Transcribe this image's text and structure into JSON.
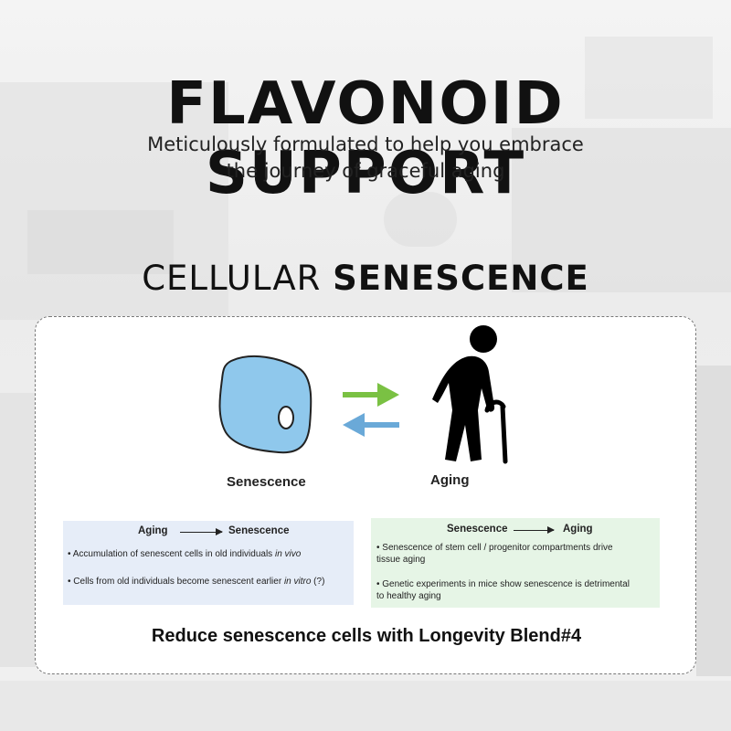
{
  "header": {
    "title": "FLAVONOID SUPPORT",
    "subtitle_line1": "Meticulously formulated to help you embrace",
    "subtitle_line2": "the journey of graceful aging"
  },
  "section": {
    "title_light": "CELLULAR",
    "title_bold": "SENESCENCE"
  },
  "diagram": {
    "left_label": "Senescence",
    "right_label": "Aging",
    "colors": {
      "cell_fill": "#8fc8ec",
      "arrow_right": "#7ac143",
      "arrow_left": "#6aa9d8",
      "figure": "#000000"
    },
    "icons": [
      "senescent-cell-icon",
      "right-arrow-icon",
      "left-arrow-icon",
      "elderly-person-icon"
    ]
  },
  "left_box": {
    "head_from": "Aging",
    "head_to": "Senescence",
    "item1_text": "• Accumulation of senescent cells in old individuals ",
    "item1_italic": "in vivo",
    "item2_text": "• Cells from old individuals become senescent earlier ",
    "item2_italic": "in vitro",
    "item2_suffix": " (?)",
    "color": "#e6edf8"
  },
  "right_box": {
    "head_from": "Senescence",
    "head_to": "Aging",
    "item1_line1": "• Senescence of stem cell / progenitor compartments drive",
    "item1_line2": "tissue aging",
    "item2_line1": "• Genetic experiments in mice show senescence is detrimental",
    "item2_line2": "to healthy aging",
    "color": "#e6f5e6"
  },
  "footer": {
    "text": "Reduce senescence cells with Longevity Blend#4"
  }
}
